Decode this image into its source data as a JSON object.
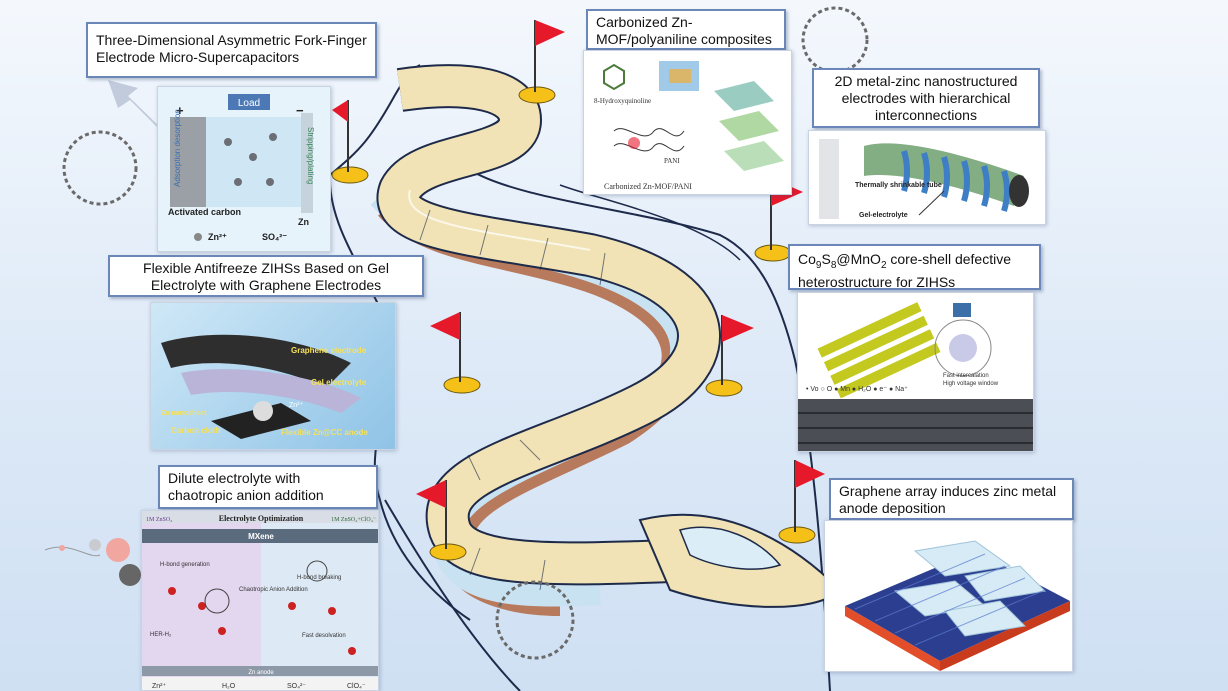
{
  "cards": [
    {
      "title": "Three-Dimensional Asymmetric Fork-Finger Electrode Micro-Supercapacitors",
      "figure_text": {
        "load": "Load",
        "plus": "+",
        "minus": "−",
        "adsorption": "Adsorption desorption",
        "stripping": "Stripping/plating",
        "activated_carbon": "Activated carbon",
        "zn": "Zn",
        "zn2": "Zn²⁺",
        "so4": "SO₄²⁻"
      }
    },
    {
      "title": "Carbonized Zn-MOF/polyaniline composites",
      "figure_text": {
        "hq": "8-Hydroxyquinoline",
        "pani": "PANI",
        "composite": "Carbonized Zn-MOF/PANI"
      }
    },
    {
      "title": "2D metal-zinc nanostructured electrodes with hierarchical interconnections",
      "figure_text": {
        "tube": "Thermally shrinkable tube",
        "gel": "Gel-electrolyte"
      }
    },
    {
      "title": "Flexible Antifreeze ZIHSs Based on Gel Electrolyte with Graphene Electrodes",
      "figure_text": {
        "graphene": "Graphene electrode",
        "gel": "Gel electrolyte",
        "nanosheet": "Zn nanosheet",
        "cloth": "Carbon cloth",
        "anode": "Flexible Zn@CC anode",
        "zn2": "Zn²⁺"
      }
    },
    {
      "title_parts": [
        "Co",
        "9",
        "S",
        "8",
        "@MnO",
        "2",
        " core-shell defective heterostructure for ZIHSs"
      ],
      "figure_text": {
        "fast": "Fast intercalation",
        "hv": "High voltage window",
        "legend": "• Vo  ○ O  ● Mn  ● H₂O  ● e⁻  ● Na⁺"
      }
    },
    {
      "title": "Dilute electrolyte with chaotropic anion addition",
      "figure_text": {
        "header": "Electrolyte Optimization",
        "left_tag": "1M ZnSO₄",
        "right_tag": "1M ZnSO₄+ClO₄⁻",
        "mxene": "MXene",
        "hbond_gen": "H-bond generation",
        "chaotropic": "Chaotropic Anion Addition",
        "hbond_break": "H-bond breaking",
        "her": "HER-H₂",
        "fast_desolv": "Fast desolvation",
        "anode": "Zn anode",
        "legend_zn": "Zn²⁺",
        "legend_h2o": "H₂O",
        "legend_so4": "SO₄²⁻",
        "legend_clo4": "ClO₄⁻"
      }
    },
    {
      "title": "Graphene array induces zinc metal anode deposition"
    }
  ],
  "colors": {
    "label_border": "#6b87b8",
    "track_cream": "#f1e3b5",
    "track_brown": "#b77a5c",
    "track_blue": "#c9e2f2",
    "flag": "#e6192b",
    "flag_base": "#f5c118"
  }
}
